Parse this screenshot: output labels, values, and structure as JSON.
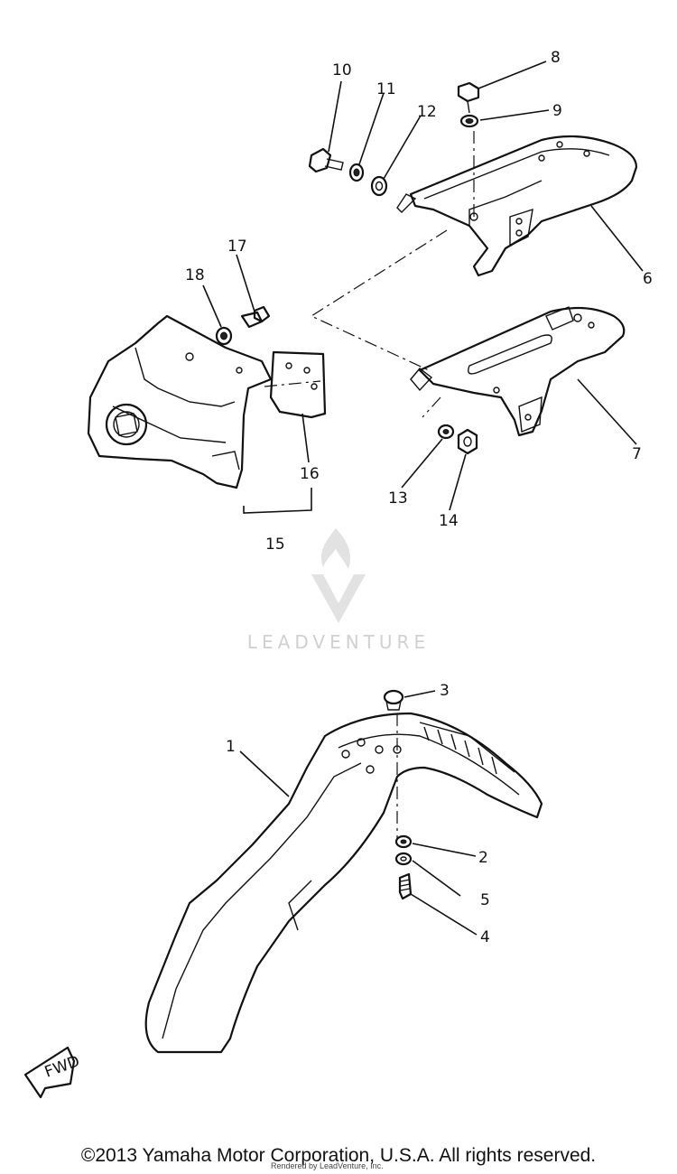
{
  "callouts": [
    {
      "id": "1",
      "label": "1"
    },
    {
      "id": "2",
      "label": "2"
    },
    {
      "id": "3",
      "label": "3"
    },
    {
      "id": "4",
      "label": "4"
    },
    {
      "id": "5",
      "label": "5"
    },
    {
      "id": "6",
      "label": "6"
    },
    {
      "id": "7",
      "label": "7"
    },
    {
      "id": "8",
      "label": "8"
    },
    {
      "id": "9",
      "label": "9"
    },
    {
      "id": "10",
      "label": "10"
    },
    {
      "id": "11",
      "label": "11"
    },
    {
      "id": "12",
      "label": "12"
    },
    {
      "id": "13",
      "label": "13"
    },
    {
      "id": "14",
      "label": "14"
    },
    {
      "id": "15",
      "label": "15"
    },
    {
      "id": "16",
      "label": "16"
    },
    {
      "id": "17",
      "label": "17"
    },
    {
      "id": "18",
      "label": "18"
    }
  ],
  "fwd_arrow_label": "FWD",
  "watermark": {
    "text": "LEADVENTURE",
    "color": "#d0d0d0"
  },
  "copyright": "©2013 Yamaha Motor Corporation, U.S.A. All rights reserved.",
  "rendered_note": "Rendered by LeadVenture, Inc."
}
